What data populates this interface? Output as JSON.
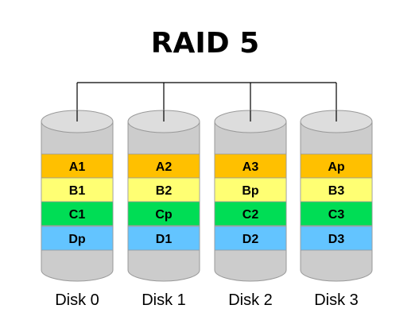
{
  "title": "RAID 5",
  "colors": {
    "row_a": "#ffc000",
    "row_b": "#ffff73",
    "row_c": "#00dd55",
    "row_d": "#63c4ff",
    "disk_body": "#cccccc",
    "disk_top": "#dddddd",
    "disk_outline": "#999999",
    "connector": "#000000"
  },
  "disks": [
    {
      "label": "Disk 0",
      "blocks": [
        "A1",
        "B1",
        "C1",
        "Dp"
      ]
    },
    {
      "label": "Disk 1",
      "blocks": [
        "A2",
        "B2",
        "Cp",
        "D1"
      ]
    },
    {
      "label": "Disk 2",
      "blocks": [
        "A3",
        "Bp",
        "C2",
        "D2"
      ]
    },
    {
      "label": "Disk 3",
      "blocks": [
        "Ap",
        "B3",
        "C3",
        "D3"
      ]
    }
  ]
}
